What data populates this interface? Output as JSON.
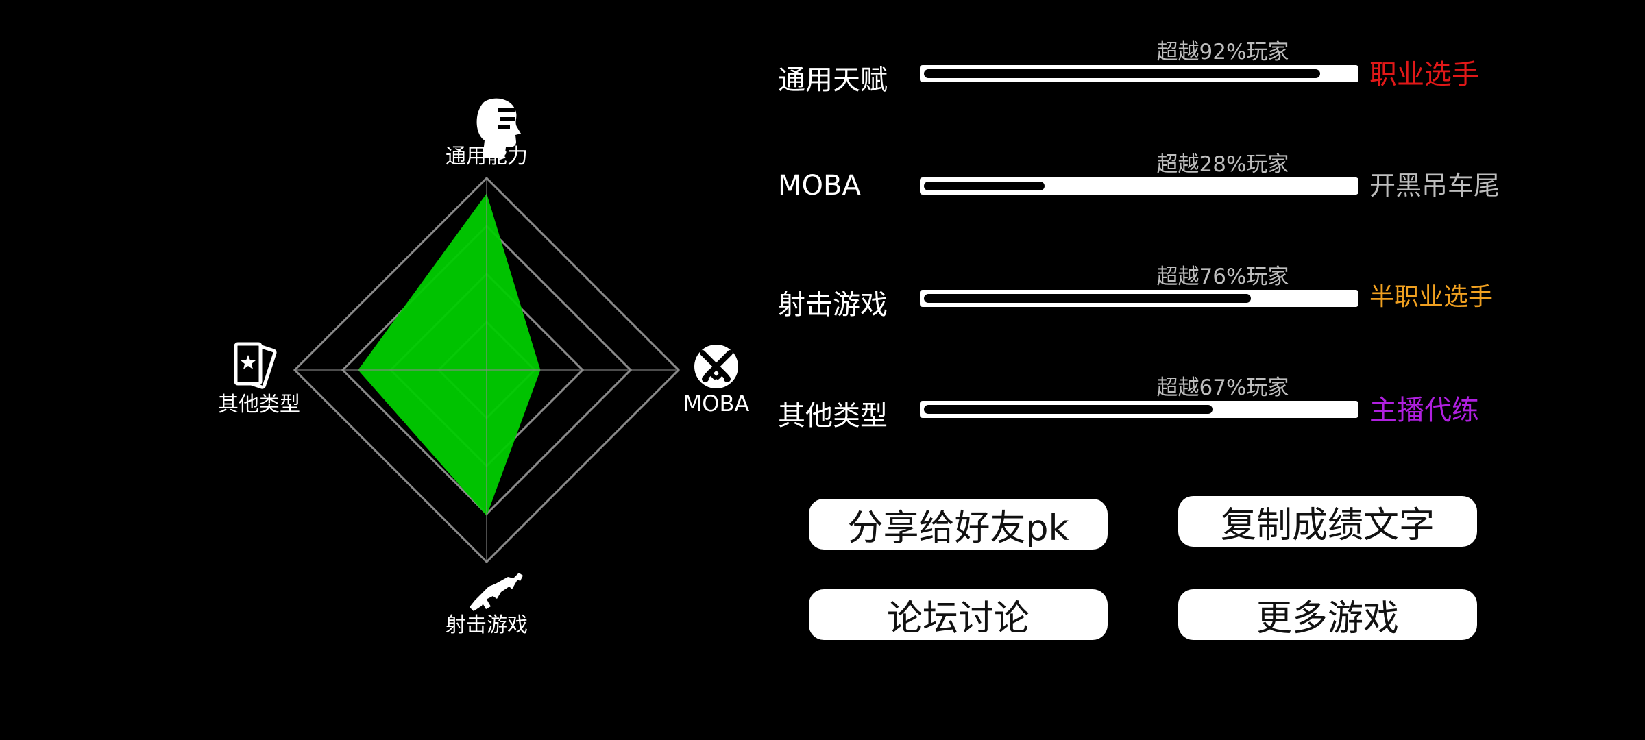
{
  "radar": {
    "axes": [
      {
        "label": "通用能力",
        "icon": "head-icon",
        "value": 0.92
      },
      {
        "label": "MOBA",
        "icon": "crossed-swords-icon",
        "value": 0.28
      },
      {
        "label": "射击游戏",
        "icon": "rifle-icon",
        "value": 0.76
      },
      {
        "label": "其他类型",
        "icon": "star-cards-icon",
        "value": 0.67
      }
    ],
    "fill_color": "#00cc00",
    "grid_color": "#8a8a8a"
  },
  "rows": [
    {
      "label": "通用天赋",
      "percent_text": "超越92%玩家",
      "value": 0.92,
      "rank": "职业选手",
      "rank_color": "#e01818"
    },
    {
      "label": "MOBA",
      "percent_text": "超越28%玩家",
      "value": 0.28,
      "rank": "开黑吊车尾",
      "rank_color": "#bdbdbd"
    },
    {
      "label": "射击游戏",
      "percent_text": "超越76%玩家",
      "value": 0.76,
      "rank": "半职业选手",
      "rank_color": "#f0a020"
    },
    {
      "label": "其他类型",
      "percent_text": "超越67%玩家",
      "value": 0.67,
      "rank": "主播代练",
      "rank_color": "#b020e0"
    }
  ],
  "buttons": {
    "share": "分享给好友pk",
    "copy": "复制成绩文字",
    "forum": "论坛讨论",
    "more": "更多游戏"
  }
}
